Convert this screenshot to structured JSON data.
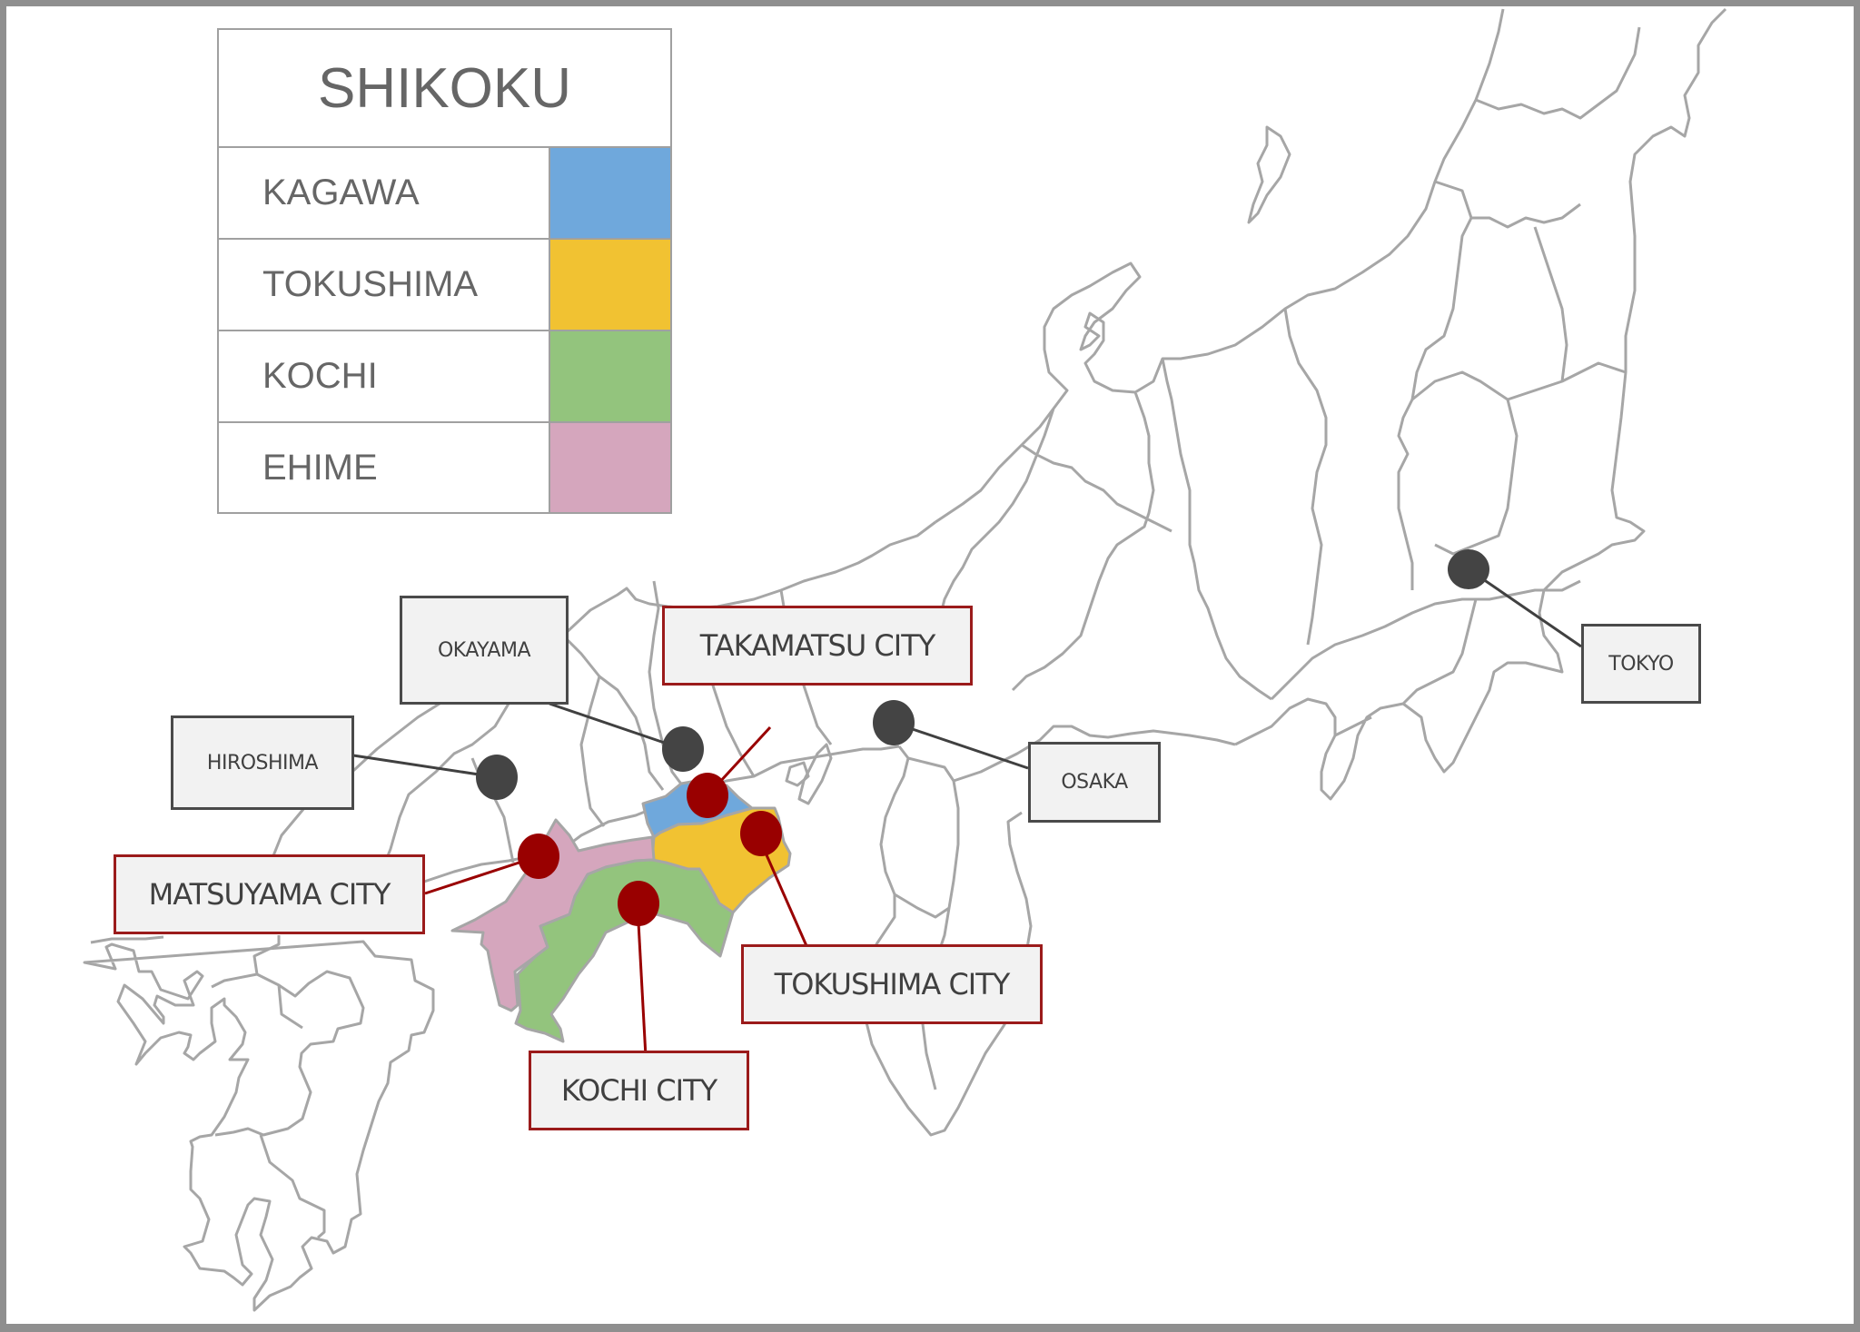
{
  "legend": {
    "title": "SHIKOKU",
    "rows": [
      {
        "label": "KAGAWA",
        "color": "#6fa8dc"
      },
      {
        "label": "TOKUSHIMA",
        "color": "#f1c232"
      },
      {
        "label": "KOCHI",
        "color": "#93c47d"
      },
      {
        "label": "EHIME",
        "color": "#d5a6bd"
      }
    ]
  },
  "major_cities": [
    {
      "name": "HIROSHIMA",
      "marker_color": "#444444"
    },
    {
      "name": "OKAYAMA",
      "marker_color": "#444444"
    },
    {
      "name": "OSAKA",
      "marker_color": "#444444"
    },
    {
      "name": "TOKYO",
      "marker_color": "#444444"
    }
  ],
  "shikoku_capitals": [
    {
      "name": "TAKAMATSU CITY",
      "marker_color": "#990000"
    },
    {
      "name": "MATSUYAMA CITY",
      "marker_color": "#990000"
    },
    {
      "name": "TOKUSHIMA CITY",
      "marker_color": "#990000"
    },
    {
      "name": "KOCHI CITY",
      "marker_color": "#990000"
    }
  ],
  "colors": {
    "frame_border": "#8f8f8f",
    "map_outline": "#a6a6a6",
    "gray_label_border": "#4a4a4a",
    "red_label_border": "#9b1b1b",
    "label_fill": "#f2f2f2"
  }
}
